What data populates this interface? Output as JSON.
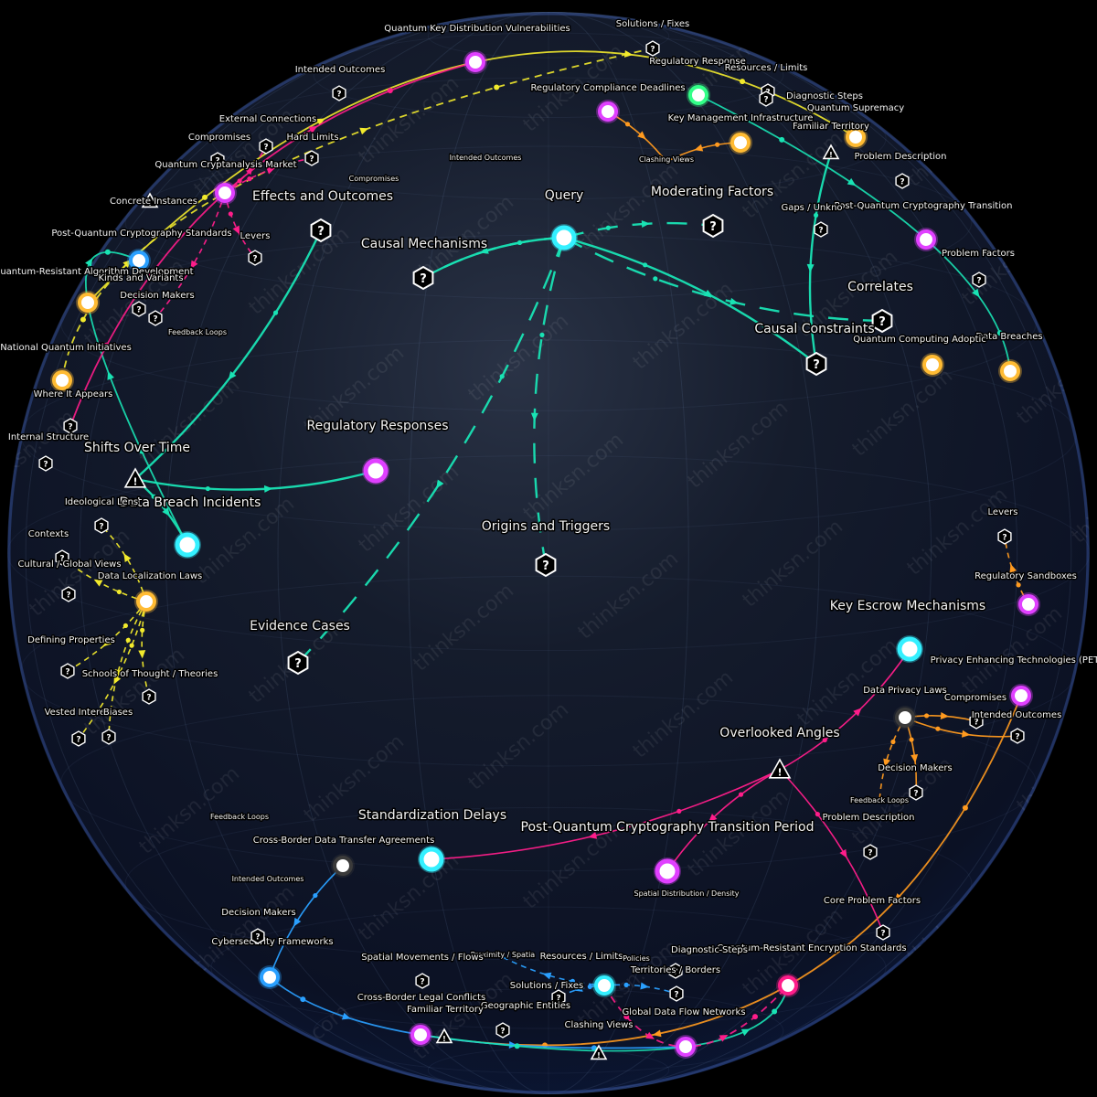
{
  "watermark": "thinksn.com",
  "colors": {
    "background": "#000000",
    "sphere": "#0b1124",
    "teal": "#19e3b4",
    "yellow": "#f2ea2c",
    "magenta": "#ff1d8a",
    "orange": "#ff9a1f",
    "blue": "#2aa0ff",
    "cyan_ring": "#34f0ff",
    "violet_ring": "#e040ff",
    "green_ring": "#33ff88",
    "gold_ring": "#ffbb33"
  },
  "nodes": [
    {
      "id": "query",
      "label": "Query",
      "kind": "circle",
      "ring": "cyan",
      "big": true
    },
    {
      "id": "causal_mech",
      "label": "Causal Mechanisms",
      "kind": "q",
      "big": true
    },
    {
      "id": "effects",
      "label": "Effects and Outcomes",
      "kind": "q",
      "big": true
    },
    {
      "id": "moderating",
      "label": "Moderating Factors",
      "kind": "q",
      "big": true
    },
    {
      "id": "correlates",
      "label": "Correlates",
      "kind": "q",
      "big": true
    },
    {
      "id": "causal_constr",
      "label": "Causal Constraints",
      "kind": "q",
      "big": true
    },
    {
      "id": "reg_responses",
      "label": "Regulatory Responses",
      "kind": "circle",
      "ring": "violet",
      "big": true
    },
    {
      "id": "origins",
      "label": "Origins and Triggers",
      "kind": "q",
      "big": true
    },
    {
      "id": "evidence",
      "label": "Evidence Cases",
      "kind": "q",
      "big": true
    },
    {
      "id": "shifts",
      "label": "Shifts Over Time",
      "kind": "warn",
      "big": true
    },
    {
      "id": "data_breach_inc",
      "label": "Data Breach Incidents",
      "kind": "circle",
      "ring": "cyan",
      "big": true
    },
    {
      "id": "key_escrow",
      "label": "Key Escrow Mechanisms",
      "kind": "circle",
      "ring": "cyan",
      "big": true
    },
    {
      "id": "pet",
      "label": "Privacy Enhancing Technologies (PET",
      "kind": "circle",
      "ring": "violet",
      "big": false
    },
    {
      "id": "overlooked",
      "label": "Overlooked Angles",
      "kind": "warn",
      "big": true
    },
    {
      "id": "pqc_period",
      "label": "Post-Quantum Cryptography Transition Period",
      "kind": "circle",
      "ring": "violet",
      "big": true
    },
    {
      "id": "std_delays",
      "label": "Standardization Delays",
      "kind": "circle",
      "ring": "cyan",
      "big": true
    },
    {
      "id": "problem_desc_lo",
      "label": "Problem Description",
      "kind": "q",
      "big": false
    },
    {
      "id": "qkd",
      "label": "Quantum Key Distribution Vulnerabilities",
      "kind": "circle",
      "ring": "violet",
      "big": false
    },
    {
      "id": "reg_response",
      "label": "Regulatory Response",
      "kind": "circle",
      "ring": "green",
      "big": false
    },
    {
      "id": "pqc_transition",
      "label": "Post-Quantum Cryptography Transition",
      "kind": "circle",
      "ring": "violet",
      "big": false
    },
    {
      "id": "data_breaches",
      "label": "Data Breaches",
      "kind": "circle",
      "ring": "gold",
      "big": false
    },
    {
      "id": "quantum_supremacy",
      "label": "Quantum Supremacy",
      "kind": "circle",
      "ring": "gold",
      "big": false
    },
    {
      "id": "familiar_territory",
      "label": "Familiar Territory",
      "kind": "warn",
      "big": false
    },
    {
      "id": "diagnostic_steps_top",
      "label": "Diagnostic Steps",
      "kind": "q",
      "big": false
    },
    {
      "id": "resources_limits_top",
      "label": "Resources / Limits",
      "kind": "q",
      "big": false
    },
    {
      "id": "solutions_fixes_top",
      "label": "Solutions / Fixes",
      "kind": "q",
      "big": false
    },
    {
      "id": "intended_outcomes_top",
      "label": "Intended Outcomes",
      "kind": "q",
      "big": false
    },
    {
      "id": "external_conn",
      "label": "External Connections",
      "kind": "q",
      "big": false
    },
    {
      "id": "compromises_tl",
      "label": "Compromises",
      "kind": "q",
      "big": false
    },
    {
      "id": "hard_limits",
      "label": "Hard Limits",
      "kind": "q",
      "big": false
    },
    {
      "id": "qc_market",
      "label": "Quantum Cryptanalysis Market",
      "kind": "circle",
      "ring": "violet",
      "big": false
    },
    {
      "id": "compromises_t",
      "label": "Compromises",
      "kind": "text",
      "big": false
    },
    {
      "id": "intended_outcomes_t",
      "label": "Intended Outcomes",
      "kind": "text",
      "big": false
    },
    {
      "id": "concrete_instances",
      "label": "Concrete Instances",
      "kind": "warn",
      "big": false
    },
    {
      "id": "pqc_standards",
      "label": "Post-Quantum Cryptography Standards",
      "kind": "circle",
      "ring": "blue",
      "big": false
    },
    {
      "id": "levers_tl",
      "label": "Levers",
      "kind": "q",
      "big": false
    },
    {
      "id": "qr_algo",
      "label": "Quantum-Resistant Algorithm Development",
      "kind": "circle",
      "ring": "gold",
      "big": false
    },
    {
      "id": "kinds_variants",
      "label": "Kinds and Variants",
      "kind": "q",
      "big": false
    },
    {
      "id": "decision_makers_l",
      "label": "Decision Makers",
      "kind": "q",
      "big": false
    },
    {
      "id": "feedback_loops_l",
      "label": "Feedback Loops",
      "kind": "text",
      "big": false
    },
    {
      "id": "nqi",
      "label": "National Quantum Initiatives",
      "kind": "circle",
      "ring": "gold",
      "big": false
    },
    {
      "id": "where_appears",
      "label": "Where It Appears",
      "kind": "q",
      "big": false
    },
    {
      "id": "internal_structure",
      "label": "Internal Structure",
      "kind": "q",
      "big": false
    },
    {
      "id": "ideological_lens",
      "label": "Ideological Lens",
      "kind": "q",
      "big": false
    },
    {
      "id": "contexts",
      "label": "Contexts",
      "kind": "q",
      "big": false
    },
    {
      "id": "cultural_global",
      "label": "Cultural / Global Views",
      "kind": "q",
      "big": false
    },
    {
      "id": "data_localization",
      "label": "Data Localization Laws",
      "kind": "circle",
      "ring": "gold",
      "big": false
    },
    {
      "id": "defining_props",
      "label": "Defining Properties",
      "kind": "q",
      "big": false
    },
    {
      "id": "schools_thought",
      "label": "Schools of Thought / Theories",
      "kind": "q",
      "big": false
    },
    {
      "id": "vested_interests",
      "label": "Vested Interests",
      "kind": "q",
      "big": false
    },
    {
      "id": "biases",
      "label": "Biases",
      "kind": "q",
      "big": false
    },
    {
      "id": "reg_compliance",
      "label": "Regulatory Compliance Deadlines",
      "kind": "circle",
      "ring": "violet",
      "big": false
    },
    {
      "id": "key_mgmt",
      "label": "Key Management Infrastructure",
      "kind": "circle",
      "ring": "gold",
      "big": false
    },
    {
      "id": "clashing_views_tr",
      "label": "Clashing Views",
      "kind": "text",
      "big": false
    },
    {
      "id": "gaps_unknowns",
      "label": "Gaps / Unkno",
      "kind": "q",
      "big": false
    },
    {
      "id": "problem_desc_tr",
      "label": "Problem Description",
      "kind": "q",
      "big": false
    },
    {
      "id": "problem_factors_tr",
      "label": "Problem Factors",
      "kind": "q",
      "big": false
    },
    {
      "id": "qc_adoption",
      "label": "Quantum Computing Adoptic",
      "kind": "circle",
      "ring": "gold",
      "big": false
    },
    {
      "id": "levers_r",
      "label": "Levers",
      "kind": "q",
      "big": false
    },
    {
      "id": "reg_sandboxes",
      "label": "Regulatory Sandboxes",
      "kind": "circle",
      "ring": "violet",
      "big": false
    },
    {
      "id": "data_privacy_laws",
      "label": "Data Privacy Laws",
      "kind": "circle",
      "ring": "dark",
      "big": false
    },
    {
      "id": "compromises_r",
      "label": "Compromises",
      "kind": "q",
      "big": false
    },
    {
      "id": "intended_outcomes_r",
      "label": "Intended Outcomes",
      "kind": "q",
      "big": false
    },
    {
      "id": "decision_makers_r",
      "label": "Decision Makers",
      "kind": "q",
      "big": false
    },
    {
      "id": "feedback_loops_r",
      "label": "Feedback Loops",
      "kind": "text",
      "big": false
    },
    {
      "id": "spatial_distribution",
      "label": "Spatial Distribution / Density",
      "kind": "text",
      "big": false
    },
    {
      "id": "core_problem_factors",
      "label": "Core Problem Factors",
      "kind": "q",
      "big": false
    },
    {
      "id": "qr_encryption",
      "label": "Quantum-Resistant Encryption Standards",
      "kind": "circle",
      "ring": "magenta",
      "big": false
    },
    {
      "id": "diagnostic_steps_b",
      "label": "Diagnostic Steps",
      "kind": "q",
      "big": false
    },
    {
      "id": "resources_limits_b",
      "label": "Resources / Limits",
      "kind": "circle",
      "ring": "cyan",
      "big": false
    },
    {
      "id": "territories_borders",
      "label": "Territories / Borders",
      "kind": "q",
      "big": false
    },
    {
      "id": "policies",
      "label": "Policies",
      "kind": "text",
      "big": false
    },
    {
      "id": "solutions_fixes_b",
      "label": "Solutions / Fixes",
      "kind": "q",
      "big": false
    },
    {
      "id": "proximity_spatial",
      "label": "Proximity / Spatia",
      "kind": "text",
      "big": false
    },
    {
      "id": "spatial_movements",
      "label": "Spatial Movements / Flows",
      "kind": "q",
      "big": false
    },
    {
      "id": "geographic_entities",
      "label": "Geographic Entities",
      "kind": "q",
      "big": false
    },
    {
      "id": "familiar_territory_b",
      "label": "Familiar Territory",
      "kind": "warn",
      "big": false
    },
    {
      "id": "crossborder_legal",
      "label": "Cross-Border Legal Conflicts",
      "kind": "circle",
      "ring": "violet",
      "big": false
    },
    {
      "id": "global_data_flow",
      "label": "Global Data Flow Networks",
      "kind": "circle",
      "ring": "violet",
      "big": false
    },
    {
      "id": "clashing_views_b",
      "label": "Clashing Views",
      "kind": "warn",
      "big": false
    },
    {
      "id": "cybersecurity_fw",
      "label": "Cybersecurity Frameworks",
      "kind": "circle",
      "ring": "blue",
      "big": false
    },
    {
      "id": "decision_makers_bl",
      "label": "Decision Makers",
      "kind": "q",
      "big": false
    },
    {
      "id": "intended_outcomes_bl",
      "label": "Intended Outcomes",
      "kind": "text",
      "big": false
    },
    {
      "id": "cbdt",
      "label": "Cross-Border Data Transfer Agreements",
      "kind": "circle",
      "ring": "dark",
      "big": false
    },
    {
      "id": "feedback_loops_bl",
      "label": "Feedback Loops",
      "kind": "text",
      "big": false
    }
  ],
  "edges": [
    {
      "from": "query",
      "to": "causal_mech",
      "color": "teal",
      "dash": false
    },
    {
      "from": "query",
      "to": "moderating",
      "color": "teal",
      "dash": true
    },
    {
      "from": "query",
      "to": "correlates",
      "color": "teal",
      "dash": true
    },
    {
      "from": "query",
      "to": "causal_constr",
      "color": "teal",
      "dash": false
    },
    {
      "from": "query",
      "to": "origins",
      "color": "teal",
      "dash": true
    },
    {
      "from": "query",
      "to": "evidence",
      "color": "teal",
      "dash": true
    },
    {
      "from": "query",
      "to": "causal_mech",
      "color": "teal",
      "dash": true
    },
    {
      "from": "effects",
      "to": "shifts",
      "color": "teal",
      "dash": false
    },
    {
      "from": "shifts",
      "to": "reg_responses",
      "color": "teal",
      "dash": false
    },
    {
      "from": "shifts",
      "to": "data_breach_inc",
      "color": "teal",
      "dash": false
    },
    {
      "from": "overlooked",
      "to": "key_escrow",
      "color": "magenta",
      "dash": false
    },
    {
      "from": "overlooked",
      "to": "std_delays",
      "color": "magenta",
      "dash": false
    },
    {
      "from": "overlooked",
      "to": "pqc_period",
      "color": "magenta",
      "dash": false
    },
    {
      "from": "overlooked",
      "to": "core_problem_factors",
      "color": "magenta",
      "dash": false
    },
    {
      "from": "familiar_territory",
      "to": "causal_constr",
      "color": "teal",
      "dash": false
    },
    {
      "from": "data_localization",
      "to": "defining_props",
      "color": "yellow",
      "dash": true
    },
    {
      "from": "data_localization",
      "to": "schools_thought",
      "color": "yellow",
      "dash": true
    },
    {
      "from": "data_localization",
      "to": "vested_interests",
      "color": "yellow",
      "dash": true
    },
    {
      "from": "data_localization",
      "to": "biases",
      "color": "yellow",
      "dash": true
    },
    {
      "from": "data_localization",
      "to": "contexts",
      "color": "yellow",
      "dash": true
    },
    {
      "from": "data_localization",
      "to": "ideological_lens",
      "color": "yellow",
      "dash": true
    },
    {
      "from": "qc_market",
      "to": "hard_limits",
      "color": "magenta",
      "dash": true
    },
    {
      "from": "qc_market",
      "to": "levers_tl",
      "color": "magenta",
      "dash": true
    },
    {
      "from": "qc_market",
      "to": "decision_makers_l",
      "color": "magenta",
      "dash": true
    },
    {
      "from": "qc_market",
      "to": "external_conn",
      "color": "magenta",
      "dash": true
    },
    {
      "from": "reg_compliance",
      "to": "clashing_views_tr",
      "color": "orange",
      "dash": false
    },
    {
      "from": "key_mgmt",
      "to": "clashing_views_tr",
      "color": "orange",
      "dash": false
    },
    {
      "from": "data_privacy_laws",
      "to": "compromises_r",
      "color": "orange",
      "dash": false
    },
    {
      "from": "data_privacy_laws",
      "to": "intended_outcomes_r",
      "color": "orange",
      "dash": false
    },
    {
      "from": "data_privacy_laws",
      "to": "decision_makers_r",
      "color": "orange",
      "dash": false
    },
    {
      "from": "data_privacy_laws",
      "to": "feedback_loops_r",
      "color": "orange",
      "dash": true
    },
    {
      "from": "resources_limits_b",
      "to": "territories_borders",
      "color": "blue",
      "dash": true
    },
    {
      "from": "resources_limits_b",
      "to": "solutions_fixes_b",
      "color": "blue",
      "dash": true
    },
    {
      "from": "resources_limits_b",
      "to": "proximity_spatial",
      "color": "blue",
      "dash": true
    },
    {
      "from": "cbdt",
      "to": "cybersecurity_fw",
      "color": "blue",
      "dash": false
    },
    {
      "from": "reg_sandboxes",
      "to": "levers_r",
      "color": "orange",
      "dash": true
    }
  ],
  "arcs": [
    {
      "color": "yellow",
      "dash": false,
      "from": "qr_algo",
      "via": "qkd",
      "to": "quantum_supremacy"
    },
    {
      "color": "yellow",
      "dash": true,
      "from": "nqi",
      "via": "qc_market",
      "to": "solutions_fixes_top"
    },
    {
      "color": "teal",
      "dash": false,
      "from": "data_breach_inc",
      "via": "qr_algo",
      "to": "pqc_standards"
    },
    {
      "color": "teal",
      "dash": false,
      "from": "reg_response",
      "via": "pqc_transition",
      "to": "data_breaches"
    },
    {
      "color": "magenta",
      "dash": false,
      "from": "where_appears",
      "via": "qc_market",
      "to": "qkd"
    },
    {
      "color": "orange",
      "dash": false,
      "from": "pet",
      "via": "qr_encryption",
      "to": "crossborder_legal"
    },
    {
      "color": "blue",
      "dash": false,
      "from": "cybersecurity_fw",
      "via": "crossborder_legal",
      "to": "global_data_flow"
    },
    {
      "color": "teal",
      "dash": false,
      "from": "crossborder_legal",
      "via": "global_data_flow",
      "to": "qr_encryption"
    },
    {
      "color": "magenta",
      "dash": true,
      "from": "resources_limits_b",
      "via": "global_data_flow",
      "to": "qr_encryption"
    }
  ]
}
